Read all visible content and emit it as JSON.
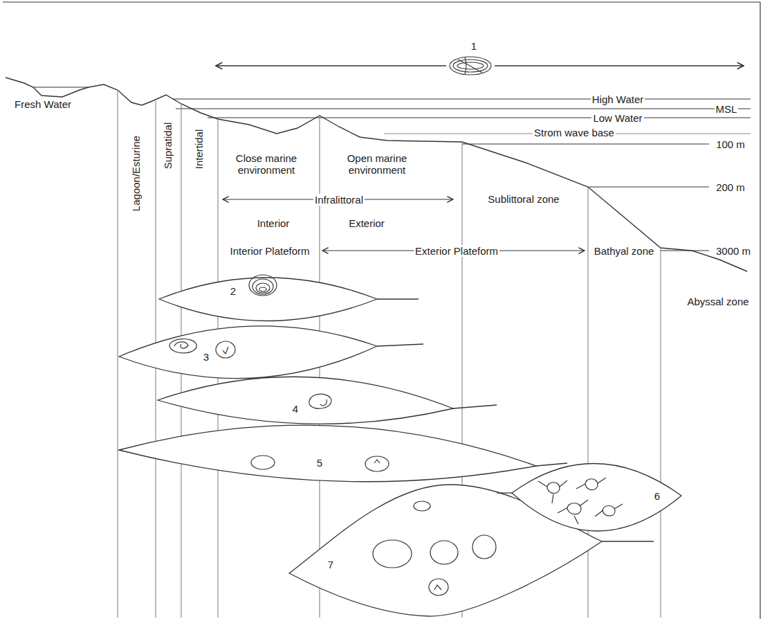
{
  "diagram": {
    "nodes": [
      {
        "text": [
          "2"
        ]
      },
      {
        "text": [
          "3"
        ]
      },
      {
        "text": [
          "4"
        ]
      },
      {
        "text": [
          "5"
        ]
      },
      {
        "text": [
          "6"
        ]
      },
      {
        "text": [
          "7"
        ]
      }
    ],
    "labels": [
      "1",
      "Fresh Water",
      "High Water",
      "MSL",
      "Low Water",
      "Strom wave base",
      "100 m",
      "200 m",
      "3000 m",
      "Lagoon/Esturine",
      "Supratidal",
      "Intertidal",
      "Close marine environment",
      "Open marine environment",
      "Infralittoral",
      "Interior",
      "Exterior",
      "Sublittoral zone",
      "Interior Plateform",
      "Exterior Plateform",
      "Bathyal zone",
      "Abyssal zone"
    ]
  }
}
